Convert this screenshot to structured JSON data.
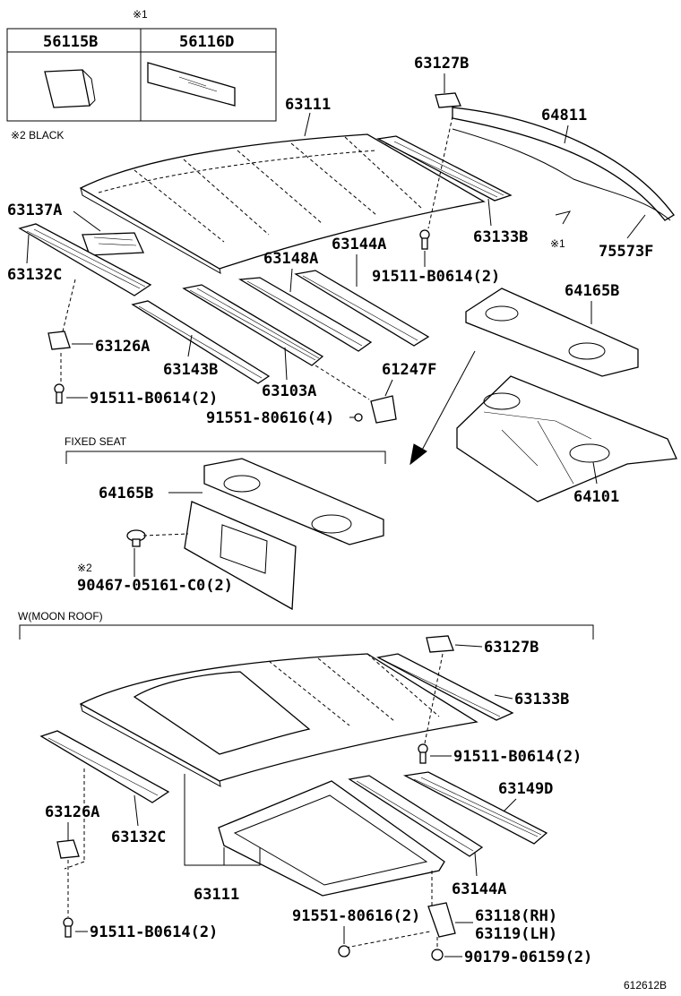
{
  "note_box": {
    "mark": "※1",
    "col1": "56115B",
    "col2": "56116D",
    "note": "※2 BLACK"
  },
  "labels": {
    "p63127B_top": "63127B",
    "p63111_top": "63111",
    "p64811": "64811",
    "p63137A": "63137A",
    "p63133B_top": "63133B",
    "p75573F": "75573F",
    "mark1": "※1",
    "p63132C_top": "63132C",
    "p63144A_top": "63144A",
    "p63148A": "63148A",
    "p91511_top": "91511-B0614(2)",
    "p64165B_top": "64165B",
    "p63126A_top": "63126A",
    "p63143B": "63143B",
    "p61247F": "61247F",
    "p91511_left": "91511-B0614(2)",
    "p63103A": "63103A",
    "p91551_top": "91551-80616(4)",
    "p64101": "64101",
    "p64165B_fixed": "64165B",
    "mark2": "※2",
    "p90467": "90467-05161-C0(2)",
    "p63127B_bot": "63127B",
    "p63133B_bot": "63133B",
    "p91511_bot_right": "91511-B0614(2)",
    "p63149D": "63149D",
    "p63126A_bot": "63126A",
    "p63132C_bot": "63132C",
    "p63111_bot": "63111",
    "p63144A_bot": "63144A",
    "p91551_bot": "91551-80616(2)",
    "p63118": "63118(RH)",
    "p63119": "63119(LH)",
    "p91511_bot_left": "91511-B0614(2)",
    "p90179": "90179-06159(2)"
  },
  "sections": {
    "fixed_seat": "FIXED SEAT",
    "moon_roof": "W(MOON ROOF)"
  },
  "footer": {
    "ref": "612612B"
  }
}
